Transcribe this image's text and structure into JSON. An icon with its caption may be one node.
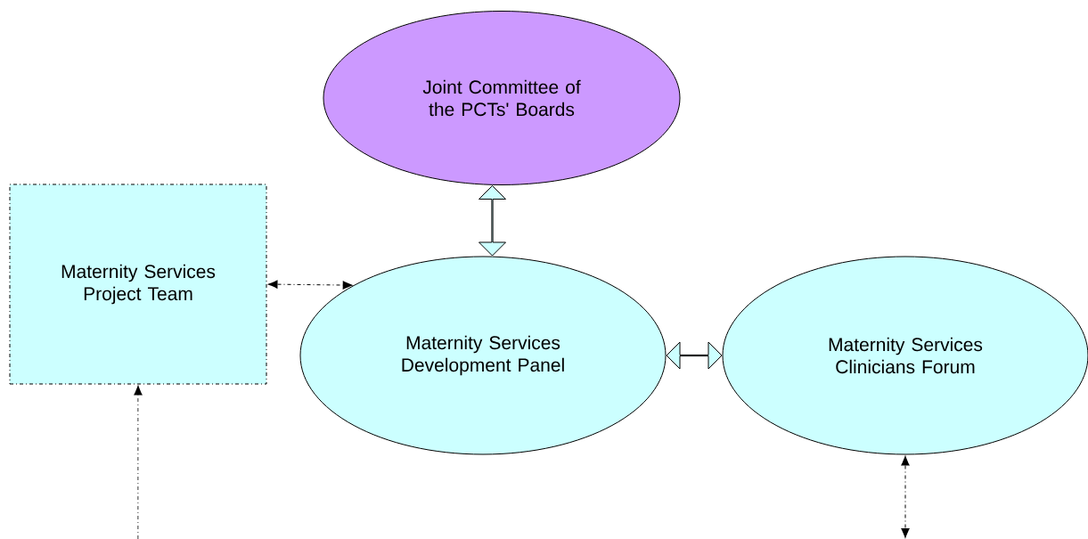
{
  "diagram": {
    "nodes": [
      {
        "text": [
          "Joint Committee of the PCTs' Boards"
        ]
      },
      {
        "text": [
          "Maternity Services Project Team"
        ]
      },
      {
        "text": [
          "Maternity Services Development Panel"
        ]
      },
      {
        "text": [
          "Maternity Services Clinicians Forum"
        ]
      }
    ],
    "edges": [
      {
        "from": 0,
        "to": 2,
        "arrow": "both",
        "style": "thick"
      },
      {
        "from": 1,
        "to": 2,
        "arrow": "both",
        "style": "dashed"
      },
      {
        "from": null,
        "to": 1,
        "arrow": "to",
        "style": "dashed"
      },
      {
        "from": 3,
        "to": null,
        "arrow": "both",
        "style": "dashed"
      },
      {
        "from": 2,
        "to": 3,
        "arrow": "both",
        "style": "thick"
      }
    ]
  }
}
